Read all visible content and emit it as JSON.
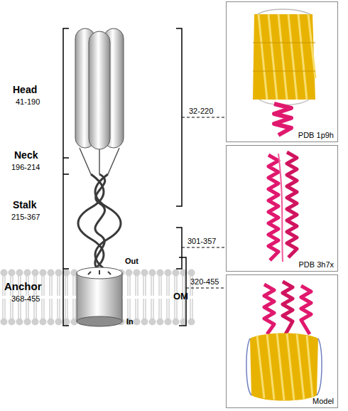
{
  "diagram": {
    "nodes": [
      {
        "text": [
          "PDB 1p9h"
        ]
      },
      {
        "text": [
          "PDB 3h7x"
        ]
      },
      {
        "text": [
          "Model"
        ]
      }
    ],
    "labels": [
      "Head",
      "41-190",
      "Neck",
      "196-214",
      "Stalk",
      "215-367",
      "Anchor",
      "368-455",
      "Out",
      "OM",
      "In",
      "32-220",
      "301-357",
      "320-455"
    ]
  }
}
